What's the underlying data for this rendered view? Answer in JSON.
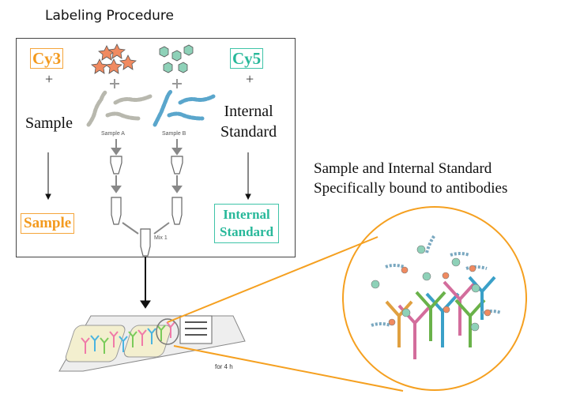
{
  "title": "Labeling Procedure",
  "panel": {
    "dyes": {
      "left": "Cy3",
      "right": "Cy5"
    },
    "plus": "+",
    "left_label": "Sample",
    "right_label_line1": "Internal",
    "right_label_line2": "Standard",
    "sample_a": "Sample A",
    "sample_b": "Sample B",
    "mix": "Mix 1",
    "output_left": "Sample",
    "output_right_line1": "Internal",
    "output_right_line2": "Standard"
  },
  "caption": {
    "line1": "Sample and Internal Standard",
    "line2": "Specifically bound to antibodies"
  },
  "chip_note": "for 4 h",
  "colors": {
    "cy3": "#f39a1e",
    "cy5": "#28b89a",
    "zoom_circle": "#f5a020",
    "star": "#f08a60",
    "hexagon": "#8ed1b8",
    "protein_a": "#c8c8c0",
    "protein_b": "#5aa6cc"
  }
}
